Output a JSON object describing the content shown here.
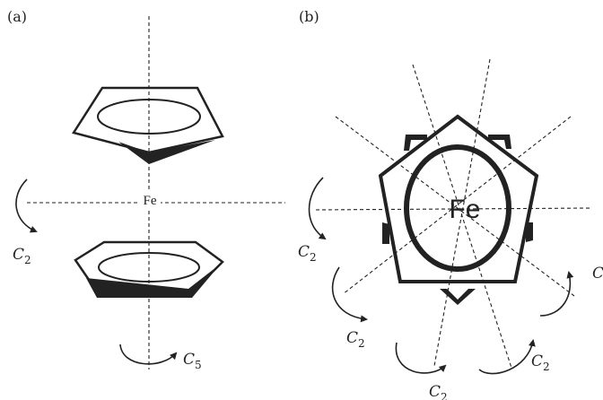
{
  "panels": {
    "a": {
      "label": "(a)",
      "metal": "Fe",
      "axes": [
        {
          "symbol": "C",
          "order": "2"
        },
        {
          "symbol": "C",
          "order": "5"
        }
      ]
    },
    "b": {
      "label": "(b)",
      "metal": "Fe",
      "axes": [
        {
          "symbol": "C",
          "order": "2"
        },
        {
          "symbol": "C",
          "order": "2"
        },
        {
          "symbol": "C",
          "order": "2"
        },
        {
          "symbol": "C",
          "order": "2"
        },
        {
          "symbol": "C",
          "order": ""
        }
      ]
    }
  },
  "colors": {
    "ink": "#222222",
    "background": "#ffffff"
  }
}
